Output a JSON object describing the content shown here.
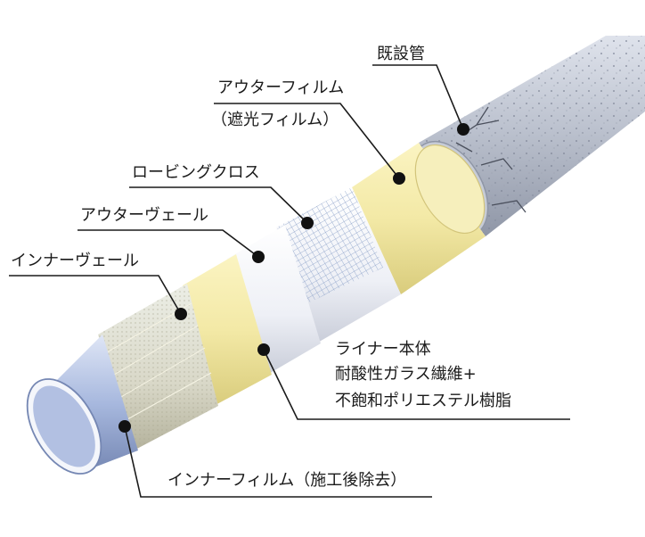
{
  "labels": {
    "existing_pipe": "既設管",
    "outer_film_line1": "アウターフィルム",
    "outer_film_line2": "（遮光フィルム）",
    "roving_cloth": "ロービングクロス",
    "outer_veil": "アウターヴェール",
    "inner_veil": "インナーヴェール",
    "liner_line1": "ライナー本体",
    "liner_line2": "耐酸性ガラス繊維+",
    "liner_line3": "不飽和ポリエステル樹脂",
    "inner_film": "インナーフィルム（施工後除去）"
  },
  "colors": {
    "existing_pipe": "#b9bfcc",
    "outer_film": "#f3e9a6",
    "roving_cloth": "#e4e8f2",
    "outer_veil": "#f5f6fa",
    "inner_veil_pale": "#f0eaa9",
    "inner_veil_mesh": "#d9d8c8",
    "inner_film": "#a7b8de",
    "leader": "#1a1a1a"
  }
}
